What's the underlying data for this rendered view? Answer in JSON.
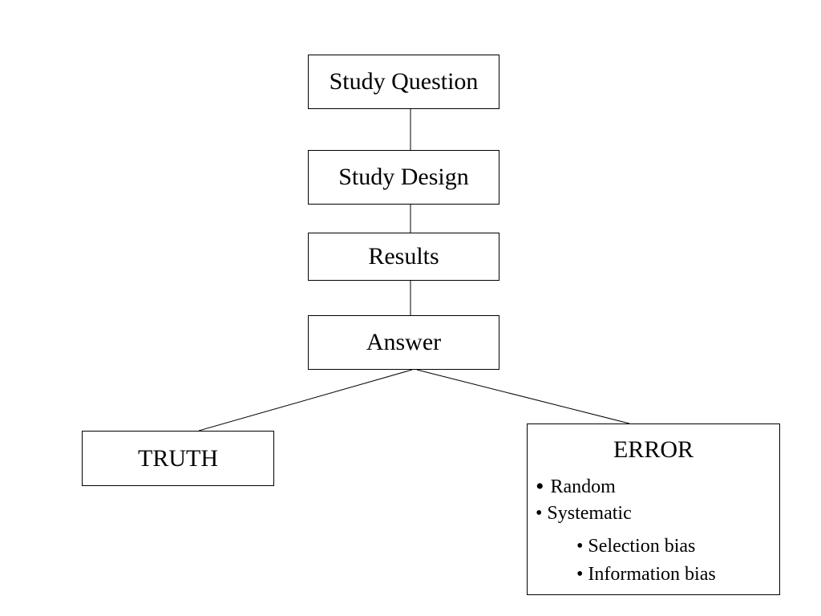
{
  "diagram": {
    "nodes": {
      "study_question": "Study Question",
      "study_design": "Study Design",
      "results": "Results",
      "answer": "Answer",
      "truth": "TRUTH",
      "error": {
        "title": "ERROR",
        "items": {
          "random": "Random",
          "systematic": "Systematic",
          "selection_bias": "Selection bias",
          "information_bias": "Information bias"
        }
      }
    },
    "bullet": "•",
    "edges": [
      [
        "study_question",
        "study_design"
      ],
      [
        "study_design",
        "results"
      ],
      [
        "results",
        "answer"
      ],
      [
        "answer",
        "truth"
      ],
      [
        "answer",
        "error"
      ]
    ]
  }
}
